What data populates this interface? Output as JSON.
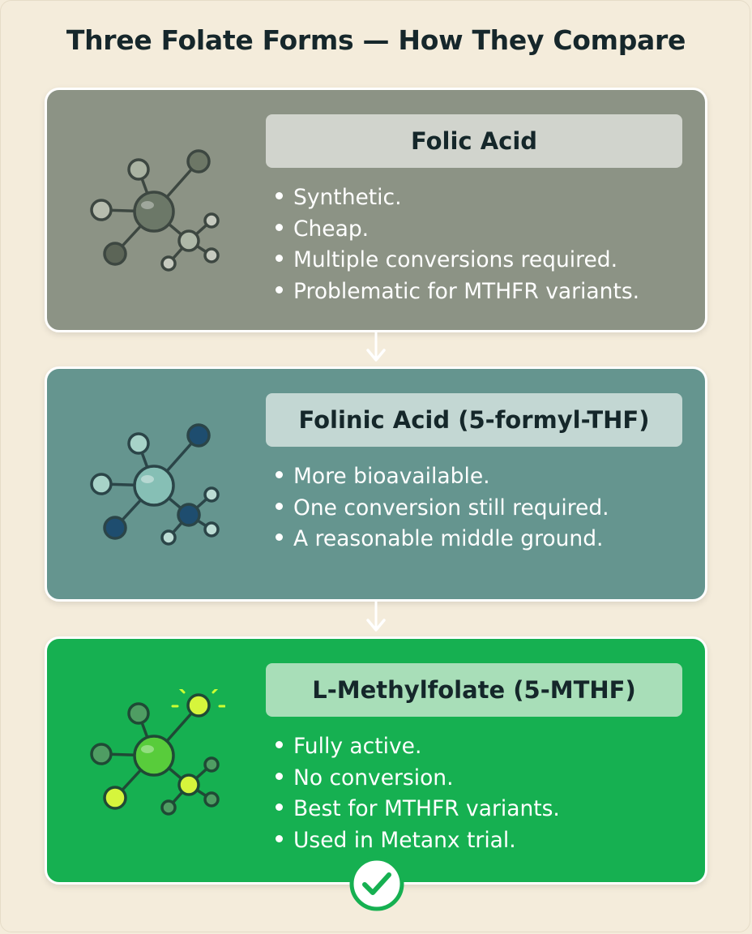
{
  "title": "Three Folate Forms — How They Compare",
  "colors": {
    "background": "#f4ecdb",
    "card_folic": "#8c9385",
    "card_folinic": "#65958f",
    "card_methyl": "#16b051",
    "text_dark": "#16272b",
    "check_green": "#16b051"
  },
  "cards": [
    {
      "heading": "Folic Acid",
      "icon": "molecule-icon",
      "bullets": [
        "Synthetic.",
        "Cheap.",
        "Multiple conversions required.",
        "Problematic for MTHFR variants."
      ]
    },
    {
      "heading": "Folinic Acid (5-formyl-THF)",
      "icon": "molecule-icon",
      "bullets": [
        "More bioavailable.",
        "One conversion still required.",
        "A reasonable middle ground."
      ]
    },
    {
      "heading": "L-Methylfolate (5-MTHF)",
      "icon": "glowing-molecule-icon",
      "bullets": [
        "Fully active.",
        "No conversion.",
        "Best for MTHFR variants.",
        "Used in Metanx trial."
      ]
    }
  ],
  "footer_icon": "check-circle-icon"
}
